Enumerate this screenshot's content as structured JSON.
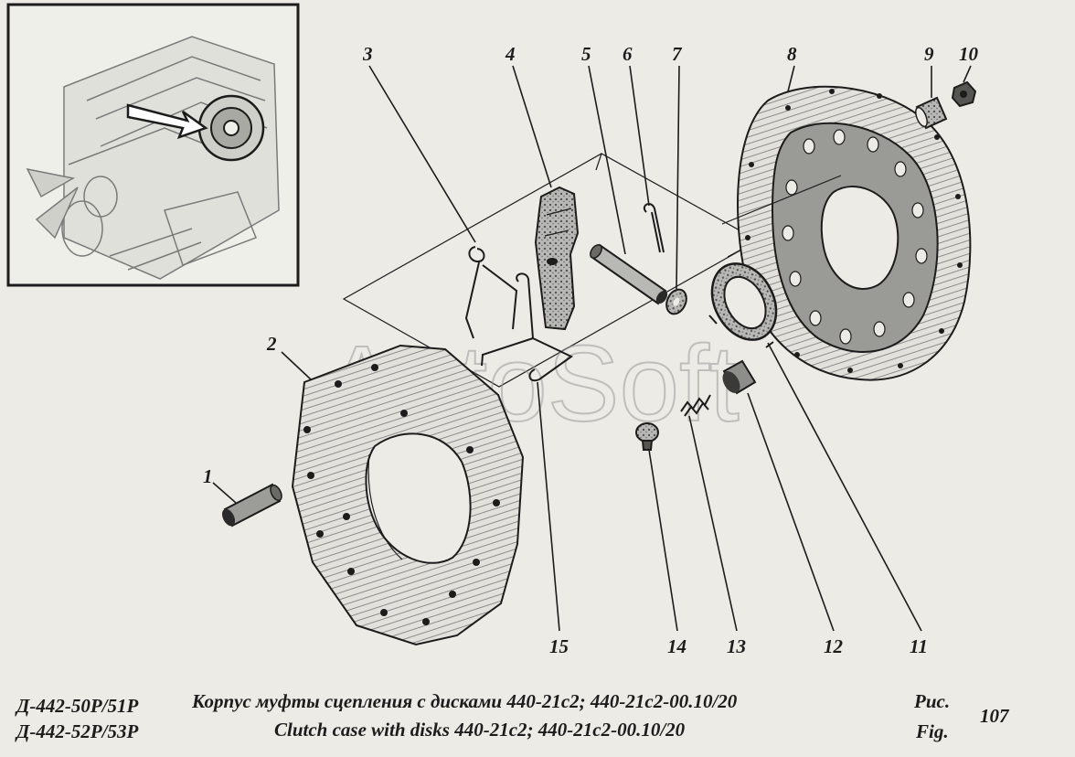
{
  "callouts": [
    "1",
    "2",
    "3",
    "4",
    "5",
    "6",
    "7",
    "8",
    "9",
    "10",
    "11",
    "12",
    "13",
    "14",
    "15"
  ],
  "watermark": "AutoSoft",
  "footer": {
    "model_line1": "Д-442-50Р/51Р",
    "model_line2": "Д-442-52Р/53Р",
    "title_ru": "Корпус муфты сцепления с дисками 440-21с2; 440-21с2-00.10/20",
    "title_en": "Clutch case with disks 440-21c2; 440-21c2-00.10/20",
    "fig_ru": "Рис.",
    "fig_en": "Fig.",
    "fig_number": "107"
  },
  "colors": {
    "ink": "#1c1c1c",
    "paper": "#ecebe6",
    "hatch": "#8c8c8c"
  }
}
